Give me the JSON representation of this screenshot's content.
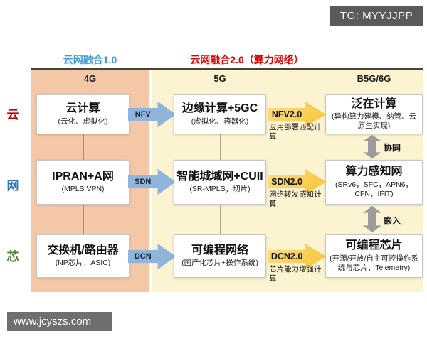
{
  "badge": {
    "text": "TG: MYYJJPP"
  },
  "watermark": {
    "text": "www.jcyszs.com"
  },
  "headers": {
    "era1": "云网融合1.0",
    "era2": "云网融合2.0（算力网络）"
  },
  "columns": {
    "c1": "4G",
    "c2": "5G",
    "c3": "B5G/6G"
  },
  "row_labels": {
    "cloud": "云",
    "network": "网",
    "chip": "芯"
  },
  "rows": [
    {
      "g4": {
        "title": "云计算",
        "subtitle": "(云化、虚拟化)"
      },
      "arrow1": {
        "label": "NFV"
      },
      "g5": {
        "title": "边缘计算+5GC",
        "subtitle": "(虚拟化、容器化)"
      },
      "arrow2": {
        "label": "NFV2.0",
        "note": "应用部署匹配计算"
      },
      "g6": {
        "title": "泛在计算",
        "subtitle": "(异构算力建模、纳管、云原生实现)"
      }
    },
    {
      "g4": {
        "title": "IPRAN+A网",
        "subtitle": "(MPLS VPN)"
      },
      "arrow1": {
        "label": "SDN"
      },
      "g5": {
        "title": "智能城域网+CUII",
        "subtitle": "(SR-MPLS，切片)"
      },
      "arrow2": {
        "label": "SDN2.0",
        "note": "网络转发感知计算"
      },
      "g6": {
        "title": "算力感知网",
        "subtitle": "(SRv6，SFC，APN6，CFN，IFIT)"
      }
    },
    {
      "g4": {
        "title": "交换机/路由器",
        "subtitle": "(NP芯片，ASIC)"
      },
      "arrow1": {
        "label": "DCN"
      },
      "g5": {
        "title": "可编程网络",
        "subtitle": "(国产化芯片+操作系统)"
      },
      "arrow2": {
        "label": "DCN2.0",
        "note": "芯片能力增强计算"
      },
      "g6": {
        "title": "可编程芯片",
        "subtitle": "(开源/开放/自主可控操作系统与芯片，Telemetry)"
      }
    }
  ],
  "vertical_links": {
    "sync": "协同",
    "embed": "嵌入"
  },
  "colors": {
    "panel_4g": "#f4c7a7",
    "panel_right": "#fcf3d1",
    "arrow_blue": "#8fb5dc",
    "arrow_yellow": "#f7cb4b",
    "arrow_gray": "#9b9b9b",
    "era1_text": "#3e9cd2",
    "era2_text": "#e60000",
    "row_cloud": "#c00000",
    "row_net": "#2e75b6",
    "row_chip": "#548235",
    "badge_bg": "#5a5a5a",
    "watermark_bg": "#6f6f6f"
  }
}
